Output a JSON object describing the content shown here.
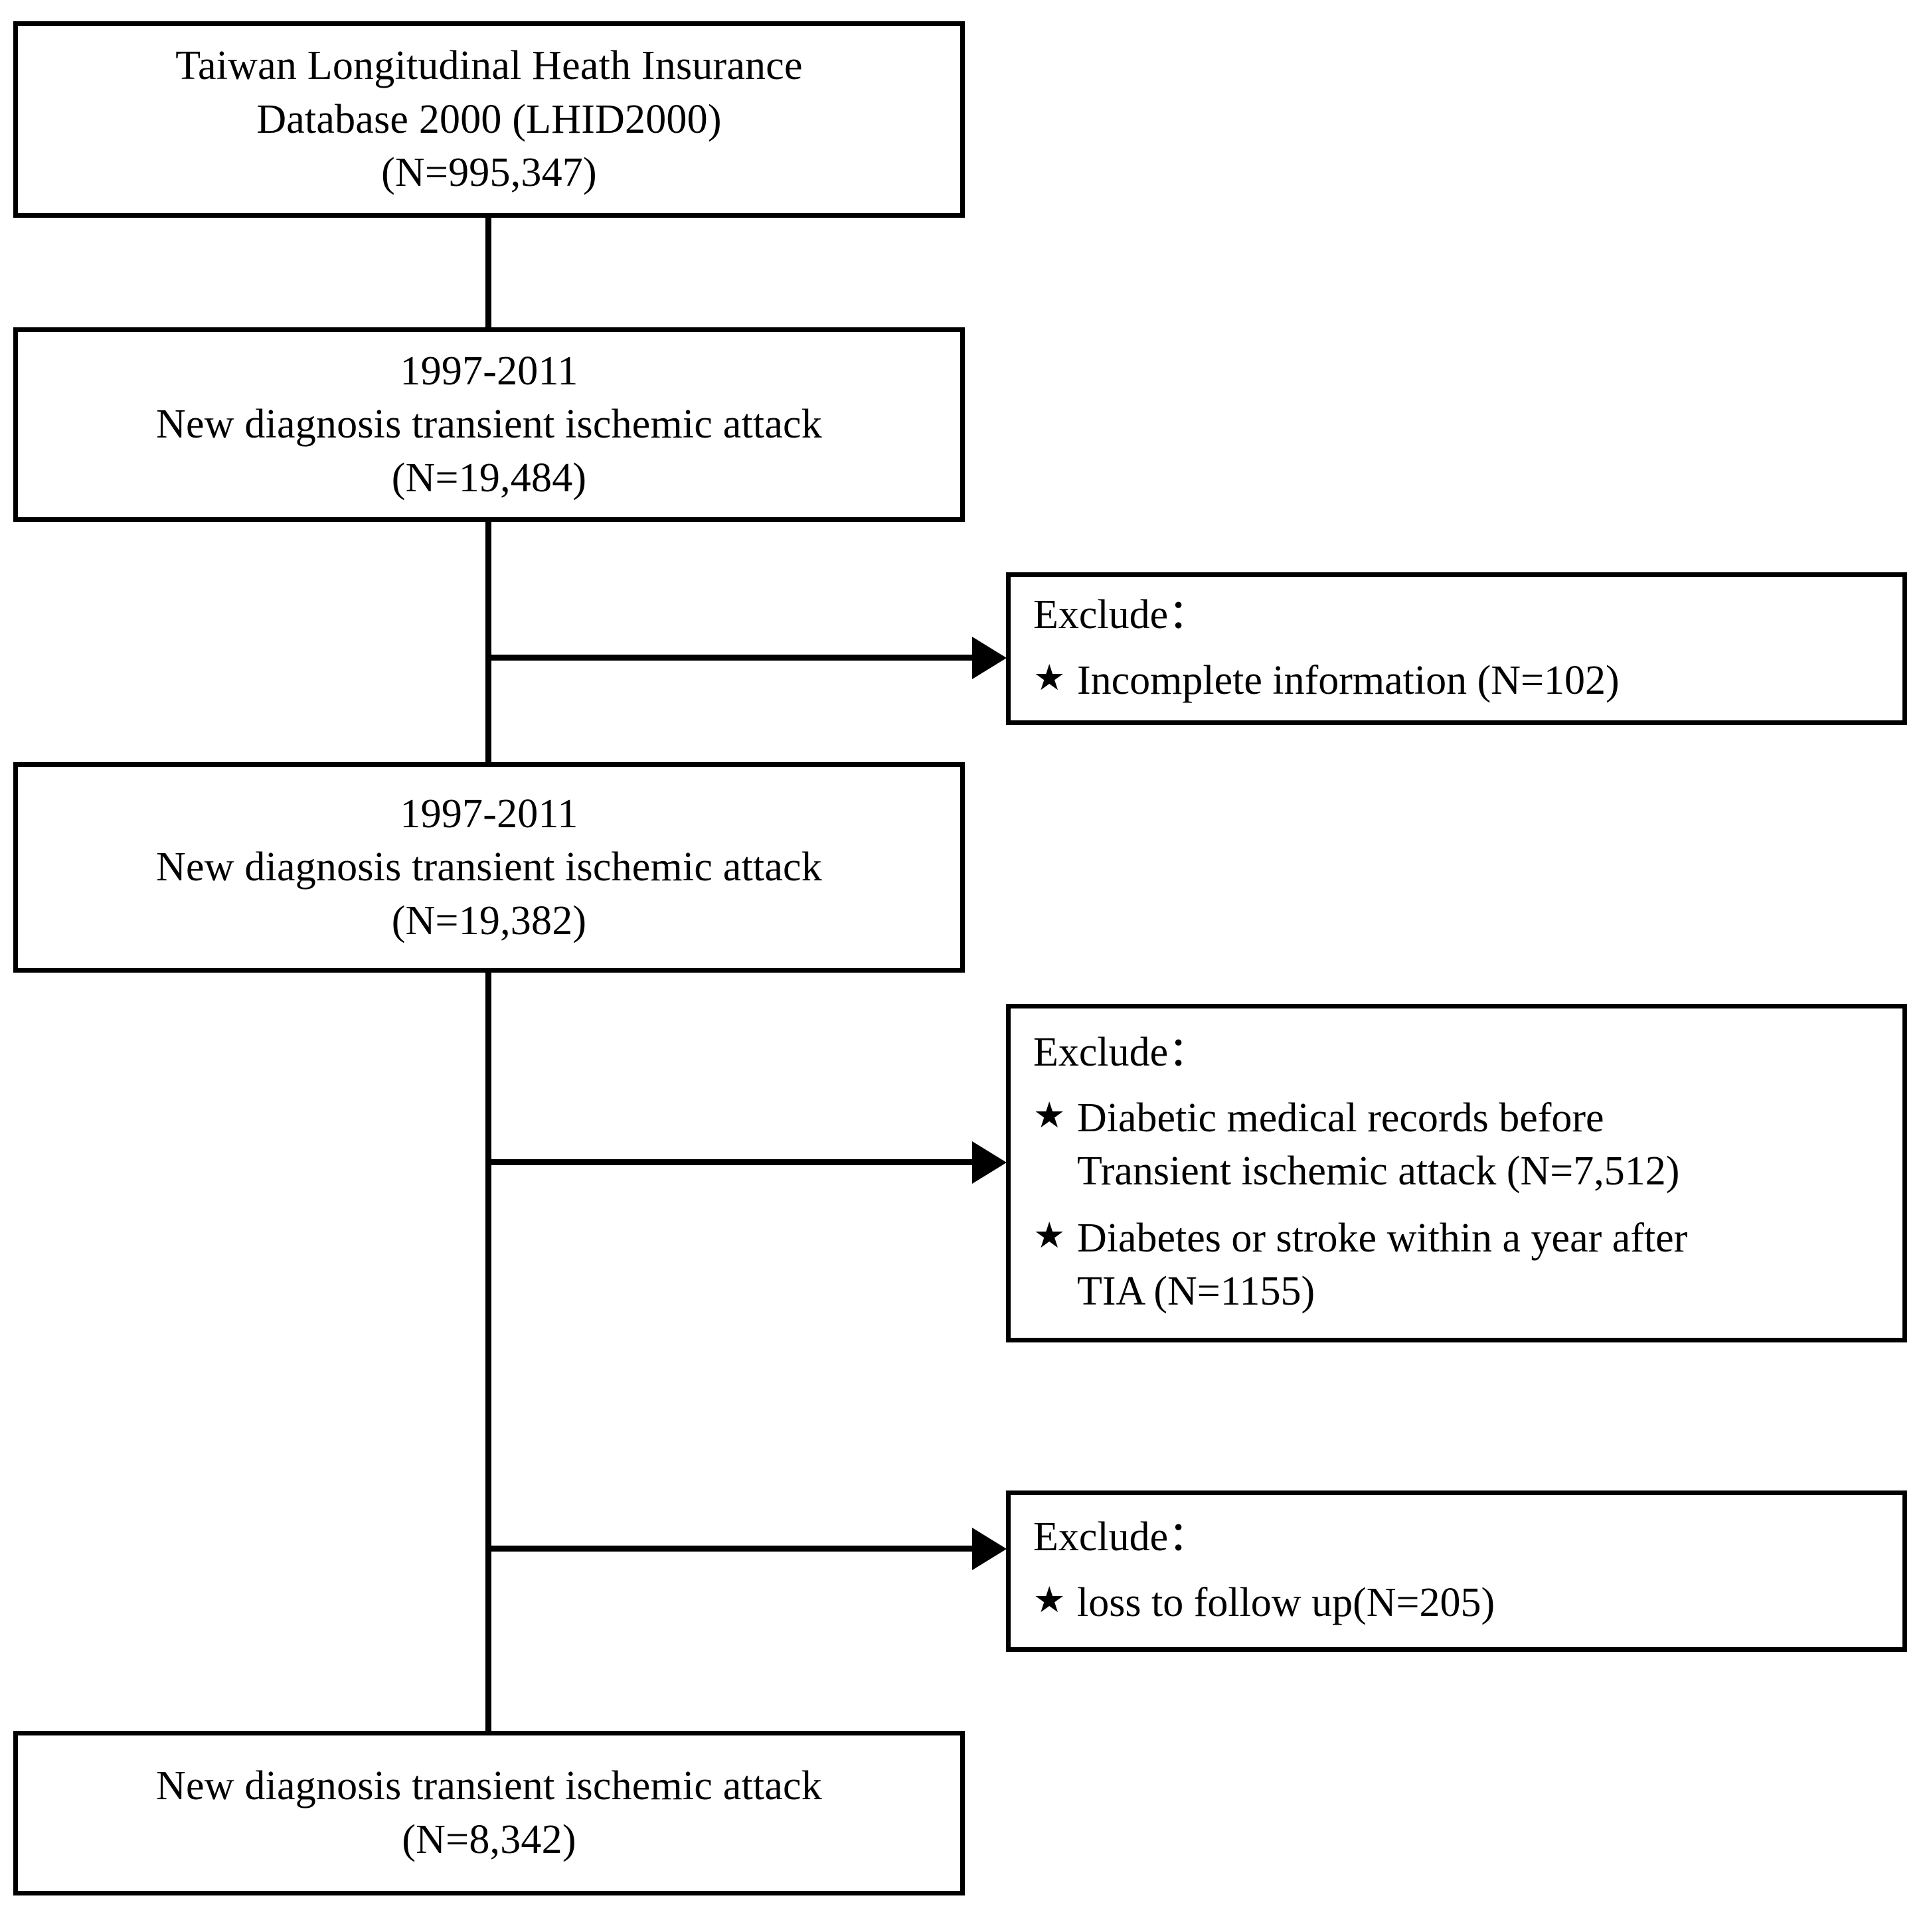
{
  "diagram": {
    "type": "flowchart",
    "title": "Study cohort selection flowchart",
    "colors": {
      "stroke": "#000000",
      "background": "#ffffff",
      "text": "#000000"
    }
  },
  "nodes": [
    {
      "id": "source-database",
      "lines": [
        "Taiwan Longitudinal Heath Insurance",
        "Database 2000 (LHID2000)",
        "(N=995,347)"
      ]
    },
    {
      "id": "tia-initial",
      "lines": [
        "1997-2011",
        "New diagnosis transient ischemic attack",
        "(N=19,484)"
      ]
    },
    {
      "id": "tia-complete",
      "lines": [
        "1997-2011",
        "New diagnosis transient ischemic attack",
        "(N=19,382)"
      ]
    },
    {
      "id": "tia-final",
      "lines": [
        "New diagnosis transient ischemic attack",
        "(N=8,342)"
      ]
    }
  ],
  "exclusions": [
    {
      "id": "exclude-incomplete",
      "title": "Exclude：",
      "bullet_glyph": "★",
      "items": [
        [
          "Incomplete information (N=102)"
        ]
      ]
    },
    {
      "id": "exclude-diabetes-stroke",
      "title": "Exclude：",
      "bullet_glyph": "★",
      "items": [
        [
          "Diabetic medical records before",
          "Transient ischemic attack (N=7,512)"
        ],
        [
          "Diabetes or stroke within a year after",
          "TIA (N=1155)"
        ]
      ]
    },
    {
      "id": "exclude-loss-followup",
      "title": "Exclude：",
      "bullet_glyph": "★",
      "items": [
        [
          "loss to follow up(N=205)"
        ]
      ]
    }
  ]
}
